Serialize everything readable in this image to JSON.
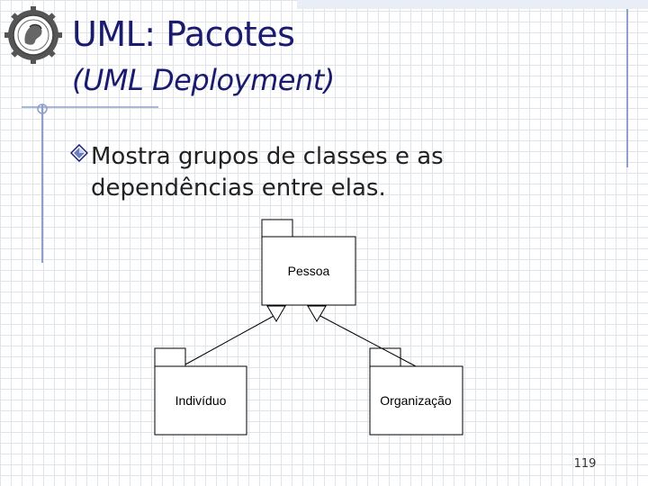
{
  "slide": {
    "title": "UML: Pacotes",
    "subtitle": "(UML Deployment)",
    "bullet": "Mostra grupos de classes e as dependências entre elas.",
    "page_number": "119"
  },
  "diagram": {
    "packages": [
      {
        "id": "pessoa",
        "label": "Pessoa"
      },
      {
        "id": "individuo",
        "label": "Indivíduo"
      },
      {
        "id": "organizacao",
        "label": "Organização"
      }
    ],
    "relations": [
      {
        "from": "individuo",
        "to": "pessoa",
        "type": "generalization"
      },
      {
        "from": "organizacao",
        "to": "pessoa",
        "type": "generalization"
      }
    ]
  },
  "icons": {
    "logo": "gear-seal-logo-icon",
    "bullet": "diamond-bullet-icon"
  },
  "colors": {
    "title": "#1a1a6e",
    "grid": "#dfe3ea",
    "decor_line": "#8da0cc"
  }
}
